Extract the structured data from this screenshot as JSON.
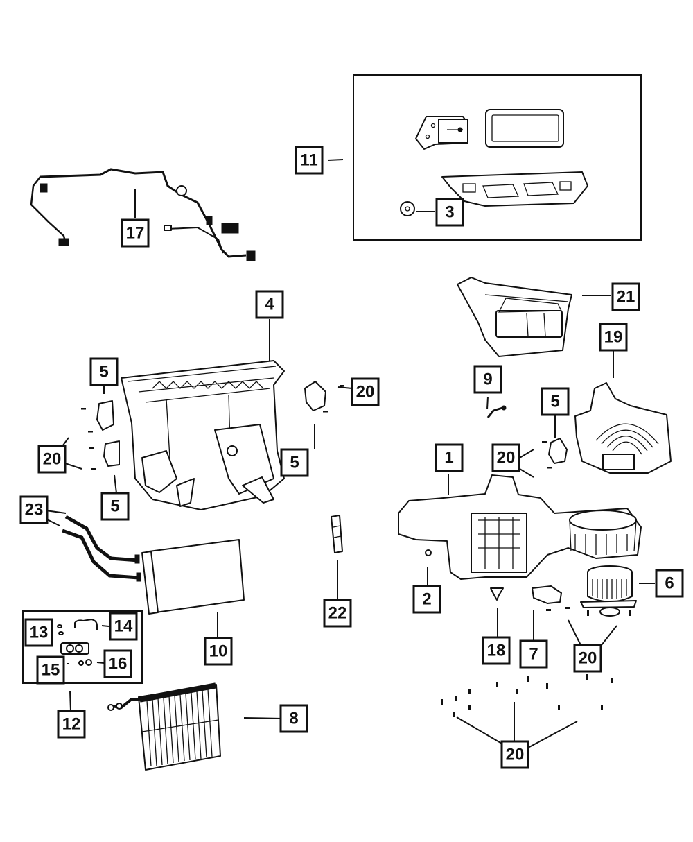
{
  "diagram": {
    "title": "HVAC Unit Assembly Exploded View",
    "type": "parts-exploded-diagram",
    "callouts": [
      {
        "id": "c1",
        "label": "1",
        "part": "hvac-housing-assembly"
      },
      {
        "id": "c2",
        "label": "2",
        "part": "nut"
      },
      {
        "id": "c3",
        "label": "3",
        "part": "seal-kit-grommet"
      },
      {
        "id": "c4",
        "label": "4",
        "part": "distribution-housing"
      },
      {
        "id": "c5a",
        "label": "5",
        "part": "actuator"
      },
      {
        "id": "c5b",
        "label": "5",
        "part": "actuator"
      },
      {
        "id": "c5c",
        "label": "5",
        "part": "actuator"
      },
      {
        "id": "c5d",
        "label": "5",
        "part": "actuator"
      },
      {
        "id": "c6",
        "label": "6",
        "part": "blower-motor"
      },
      {
        "id": "c7",
        "label": "7",
        "part": "blower-motor-resistor"
      },
      {
        "id": "c8",
        "label": "8",
        "part": "evaporator-core"
      },
      {
        "id": "c9",
        "label": "9",
        "part": "temperature-sensor"
      },
      {
        "id": "c10",
        "label": "10",
        "part": "heater-core"
      },
      {
        "id": "c11",
        "label": "11",
        "part": "seal-kit"
      },
      {
        "id": "c12",
        "label": "12",
        "part": "expansion-valve-kit"
      },
      {
        "id": "c13",
        "label": "13",
        "part": "screws"
      },
      {
        "id": "c14",
        "label": "14",
        "part": "bracket"
      },
      {
        "id": "c15",
        "label": "15",
        "part": "expansion-valve"
      },
      {
        "id": "c16",
        "label": "16",
        "part": "o-rings"
      },
      {
        "id": "c17",
        "label": "17",
        "part": "wiring-harness"
      },
      {
        "id": "c18",
        "label": "18",
        "part": "drain-valve"
      },
      {
        "id": "c19",
        "label": "19",
        "part": "blower-housing"
      },
      {
        "id": "c20a",
        "label": "20",
        "part": "screw"
      },
      {
        "id": "c20b",
        "label": "20",
        "part": "screw"
      },
      {
        "id": "c20c",
        "label": "20",
        "part": "screw"
      },
      {
        "id": "c20d",
        "label": "20",
        "part": "screw"
      },
      {
        "id": "c20e",
        "label": "20",
        "part": "screw"
      },
      {
        "id": "c21",
        "label": "21",
        "part": "air-inlet-housing"
      },
      {
        "id": "c22",
        "label": "22",
        "part": "module"
      },
      {
        "id": "c23",
        "label": "23",
        "part": "heater-core-tubes"
      }
    ]
  }
}
